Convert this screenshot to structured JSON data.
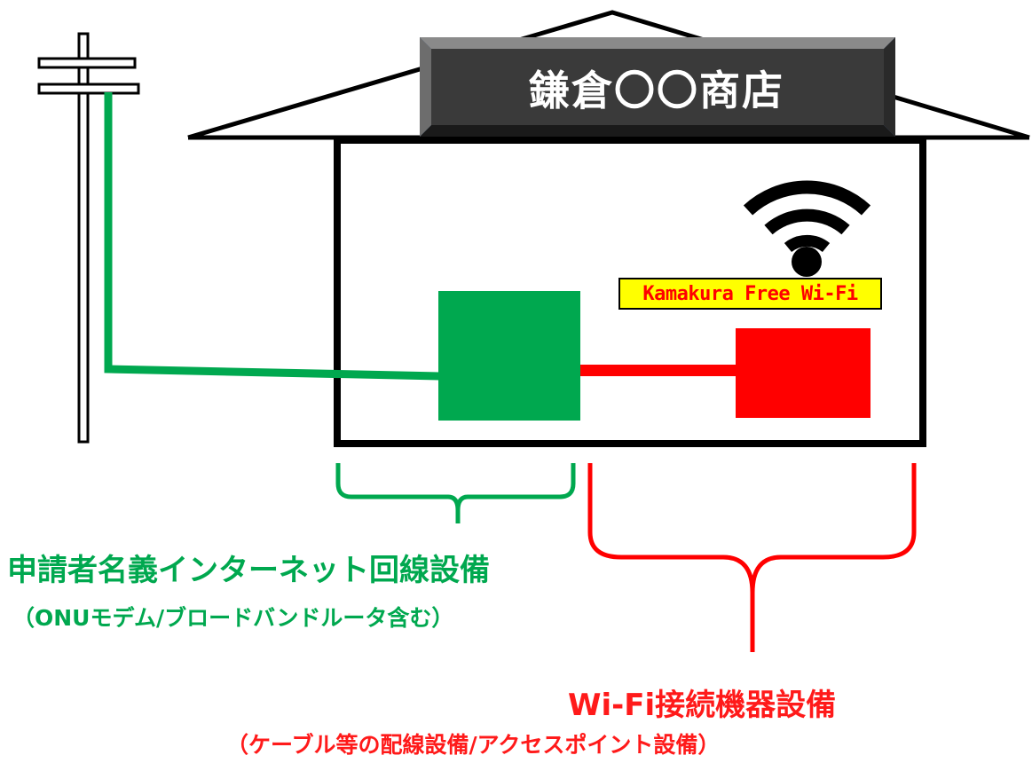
{
  "shop_sign": {
    "name": "鎌倉〇〇商店"
  },
  "wifi": {
    "badge_text": "Kamakura Free Wi-Fi"
  },
  "labels": {
    "applicant_line": {
      "title": "申請者名義インターネット回線設備",
      "subtitle": "（ONUモデム/ブロードバンドルータ含む）"
    },
    "wifi_equipment": {
      "title": "Wi-Fi接続機器設備",
      "subtitle": "（ケーブル等の配線設備/アクセスポイント設備）"
    }
  },
  "colors": {
    "green": "#00a84f",
    "red": "#ff0000",
    "sign_background": "#3a3a3a",
    "badge_background": "#ffff00"
  }
}
